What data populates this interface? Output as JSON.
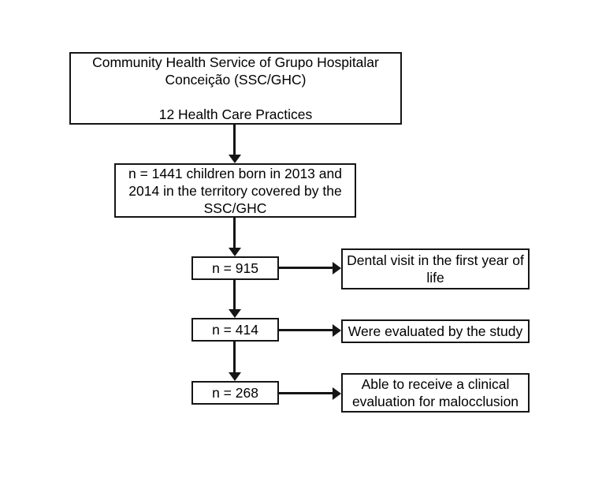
{
  "figure": {
    "background_color": "#ffffff",
    "line_color": "#151515",
    "text_color": "#000000"
  },
  "nodes": {
    "service": {
      "title": "Community Health Service of Grupo Hospitalar Conceição (SSC/GHC)",
      "subtitle": "12 Health Care Practices"
    },
    "cohort": {
      "text": "n = 1441 children born in 2013 and 2014 in the territory covered by the SSC/GHC"
    },
    "n915": {
      "label": "n = 915"
    },
    "dental_visit": {
      "text": "Dental visit in the first year of life"
    },
    "n414": {
      "label": "n = 414"
    },
    "evaluated": {
      "text": "Were evaluated by the study"
    },
    "n268": {
      "label": "n = 268"
    },
    "clinical_eval": {
      "text": "Able to receive a clinical evaluation for malocclusion"
    }
  }
}
